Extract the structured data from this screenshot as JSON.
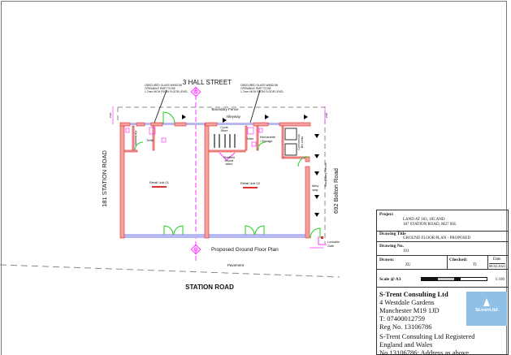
{
  "drawing": {
    "north_label": "3 HALL STREET",
    "west_label": "181 STATION ROAD",
    "east_label": "692 Bolton Road",
    "south_label": "STATION ROAD",
    "pavement_label": "Pavement",
    "plan_title": "Proposed Ground Floor Plan",
    "boundary_fence": "Boundary Fence",
    "boundary_fence_side": "Boundary Fence",
    "alleyway": "Alleyway",
    "alley_way": [
      "Alley",
      "way"
    ],
    "window_note": [
      "OBSCURED GLASS WINDOW",
      "OPENABLE PART TO BE",
      "1.7mm HIGH FROM FLOOR LEVEL"
    ],
    "rooms": {
      "kitchenette1": "Kitchenette",
      "toilet1": "Toilet",
      "cycle_store": [
        "Cycle",
        "Store"
      ],
      "sheffield": [
        "Sheffield",
        "bicycle",
        "stand"
      ],
      "toilet2": "Toilet",
      "kitchenette2": [
        "Kitchenette",
        "/ Storage"
      ],
      "bins": [
        "Commercial",
        "Bin Units"
      ],
      "retail1": "Retail Unit 01",
      "retail2": "Retail Unit 02",
      "lockable_gate": [
        "Lockable",
        "Gate"
      ],
      "dim1": "1500",
      "dim2": "1500"
    },
    "colors": {
      "wall": "#f08080",
      "glazing": "#b8b8f0",
      "door": "#22cc22",
      "centerline": "#ff33ff",
      "logo": "#8fc0e8"
    }
  },
  "title_block": {
    "project_label": "Project",
    "project": [
      "LAND AT 183, 185 AND",
      "187 STATION ROAD, M27 6SL"
    ],
    "drawing_title_label": "Drawing Title",
    "drawing_title": "GROUND FLOOR PLAN - PROPOSED",
    "drawing_no_label": "Drawing No.",
    "drawing_no": "101",
    "drawn_label": "Drawn:",
    "drawn": "ZU",
    "checked_label": "Checked:",
    "checked": "TI",
    "date_label": "Date",
    "date": "08.02.2021",
    "scale_label": "Scale @ A3",
    "scale": "1:100",
    "company": [
      "S-Trent Consulting Ltd",
      "4 Westdale Gardens",
      "Manchester M19 1JD",
      "T: 07400012759",
      "Reg No. 13106786"
    ],
    "registration": [
      "S-Trent Consulting Ltd Registered",
      "England and Wales",
      "No.13106786;  Address as above"
    ],
    "logo_text": "St.trent.ltd"
  }
}
